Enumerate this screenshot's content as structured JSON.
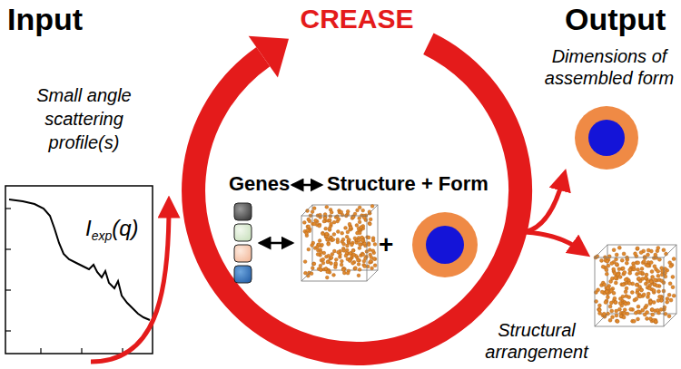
{
  "diagram": {
    "title": "CREASE",
    "labels": [
      "Input",
      "Output",
      "Small angle scattering profile(s)",
      "I",
      "exp",
      "(q)",
      "Genes",
      "Structure + Form",
      "+",
      "Dimensions of assembled form",
      "Structural arrangement"
    ]
  }
}
